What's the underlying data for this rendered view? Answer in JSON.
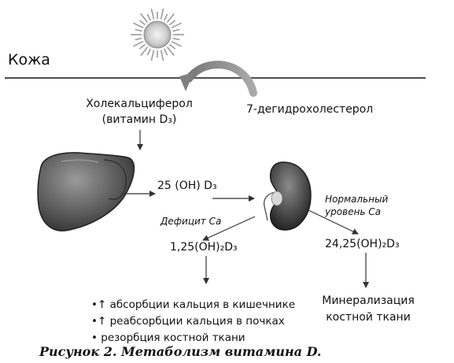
{
  "diagram": {
    "skin_label": "Кожа",
    "cholecalciferol_line1": "Холекальциферол",
    "cholecalciferol_line2": "(витамин D₃)",
    "dehydrocholesterol": "7-дегидрохолестерол",
    "hydroxy_25": "25 (OH) D₃",
    "ca_deficit": "Дефицит Ca",
    "normal_ca_line1": "Нормальный",
    "normal_ca_line2": "уровень Ca",
    "calcitriol": "1,25(OH)₂D₃",
    "hydroxy_24_25": "24,25(OH)₂D₃",
    "effects": [
      "•↑ абсорбции кальция в кишечнике",
      "•↑ реабсорбции кальция в почках",
      "•  резорбция костной ткани"
    ],
    "mineralization_line1": "Минерализация",
    "mineralization_line2": "костной ткани",
    "caption": "Рисунок 2. Метаболизм витамина D."
  },
  "icons": {
    "sun": "sun-icon",
    "liver": "liver-icon",
    "kidney": "kidney-icon"
  }
}
